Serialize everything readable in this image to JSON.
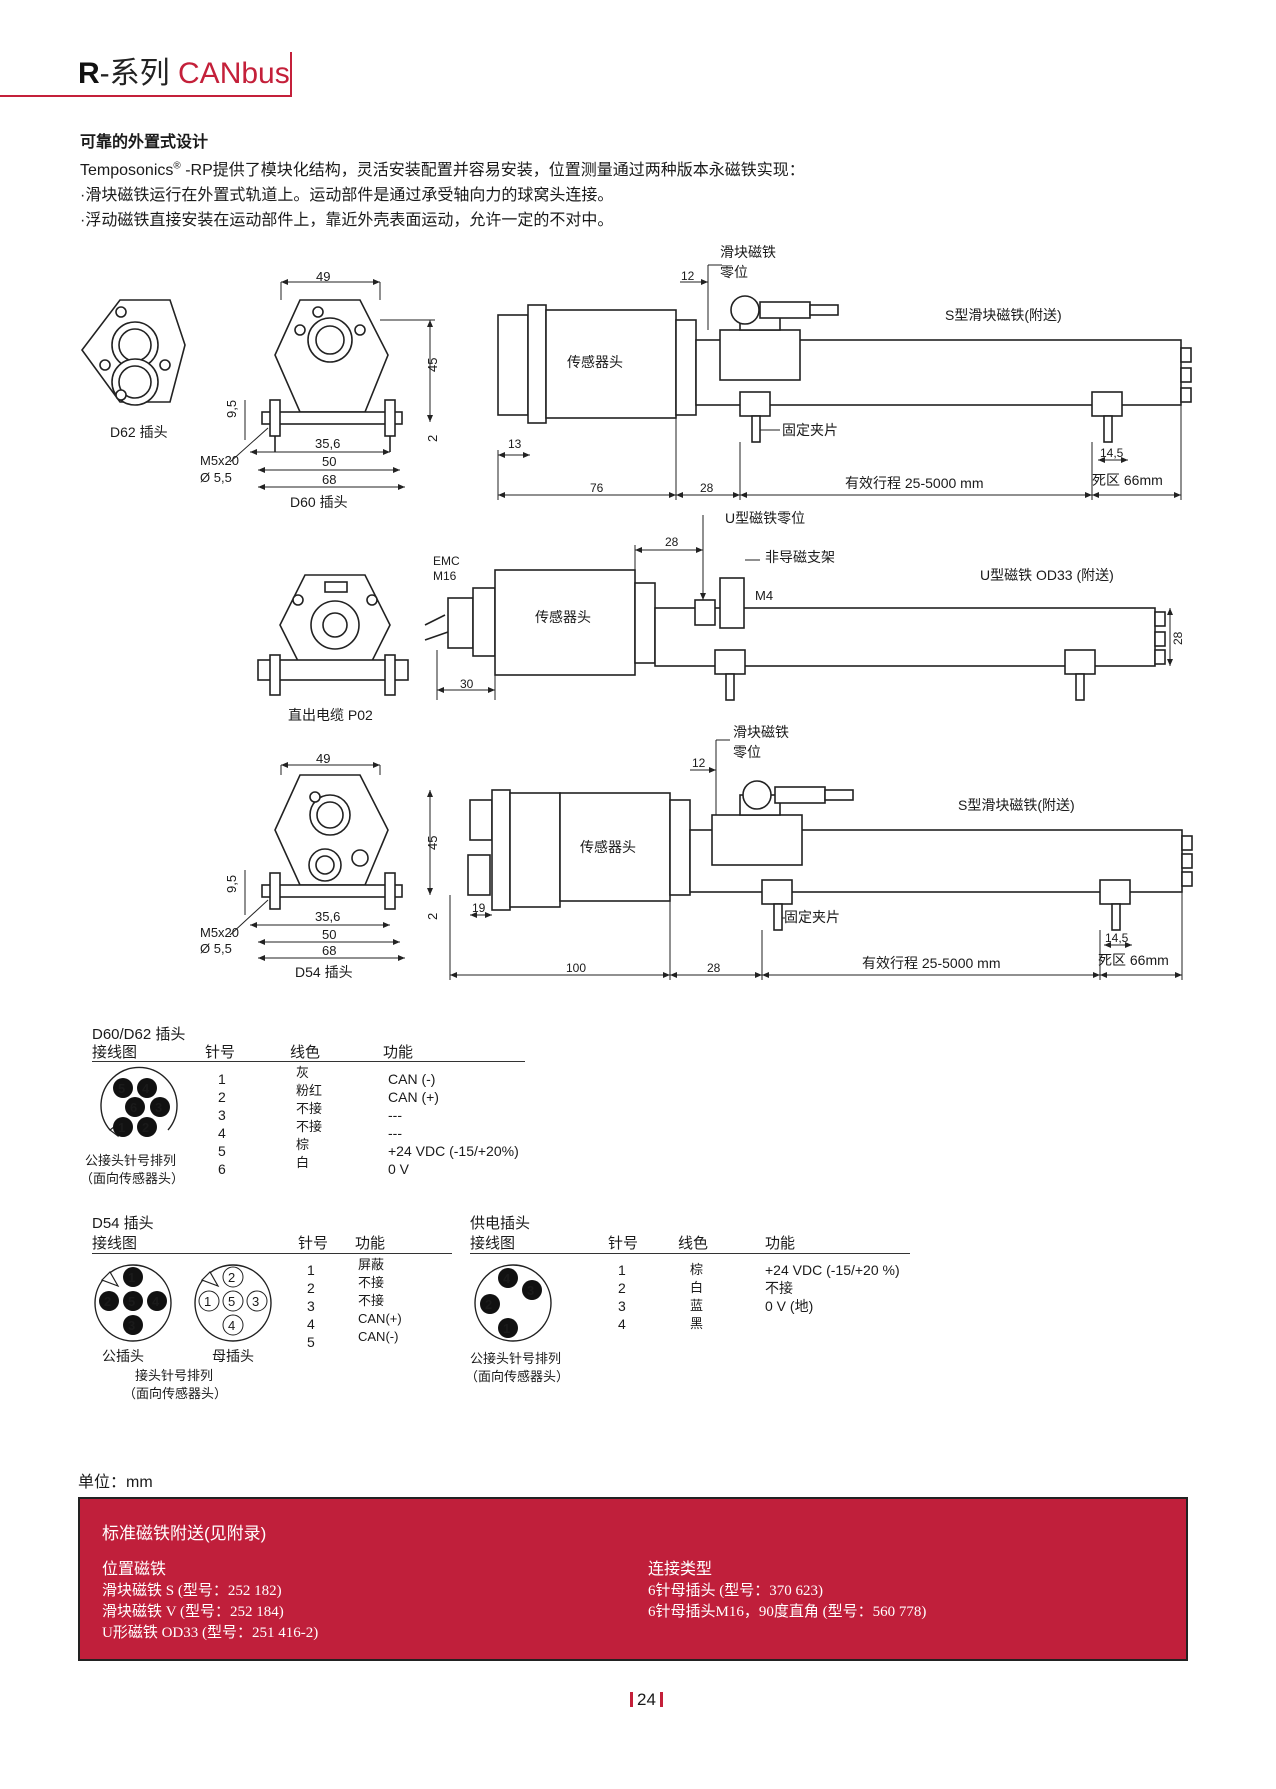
{
  "header": {
    "series_letter": "R",
    "series_suffix": "-系列",
    "bus": "CANbus"
  },
  "intro": {
    "heading": "可靠的外置式设计",
    "line1_brand": "Temposonics",
    "line1_reg": "®",
    "line1_rest": " -RP提供了模块化结构，灵活安装配置并容易安装，位置测量通过两种版本永磁铁实现：",
    "bullet1": "·滑块磁铁运行在外置式轨道上。运动部件是通过承受轴向力的球窝头连接。",
    "bullet2": "·浮动磁铁直接安装在运动部件上，靠近外壳表面运动，允许一定的不对中。"
  },
  "drawing1": {
    "label_d62": "D62 插头",
    "label_d60": "D60 插头",
    "dim_49": "49",
    "dim_45": "45",
    "dim_9_5": "9,5",
    "dim_2": "2",
    "dim_35_6": "35,6",
    "dim_50": "50",
    "dim_68": "68",
    "m5": "M5x20",
    "dia": "Ø 5,5",
    "sensor_head": "传感器头",
    "slider_magnet": "滑块磁铁",
    "zero": "零位",
    "dim_12": "12",
    "s_magnet": "S型滑块磁铁(附送)",
    "clamp": "固定夹片",
    "dim_13": "13",
    "dim_76": "76",
    "dim_28": "28",
    "stroke": "有效行程 25-5000 mm",
    "dim_14_5": "14,5",
    "dead_zone": "死区 66mm"
  },
  "drawing2": {
    "u_zero": "U型磁铁零位",
    "dim_28_top": "28",
    "non_magnetic": "非导磁支架",
    "m4": "M4",
    "u_magnet": "U型磁铁 OD33 (附送)",
    "emc": "EMC",
    "m16": "M16",
    "sensor_head": "传感器头",
    "dim_30": "30",
    "dim_28_side": "28",
    "label_cable": "直出电缆 P02"
  },
  "drawing3": {
    "dim_49": "49",
    "dim_45": "45",
    "dim_9_5": "9,5",
    "dim_2": "2",
    "dim_35_6": "35,6",
    "dim_50": "50",
    "dim_68": "68",
    "m5": "M5x20",
    "dia": "Ø 5,5",
    "label_d54": "D54 插头",
    "sensor_head": "传感器头",
    "slider_magnet": "滑块磁铁",
    "zero": "零位",
    "dim_12": "12",
    "s_magnet": "S型滑块磁铁(附送)",
    "clamp": "固定夹片",
    "dim_19": "19",
    "dim_100": "100",
    "dim_28": "28",
    "stroke": "有效行程 25-5000 mm",
    "dim_14_5": "14,5",
    "dead_zone": "死区 66mm"
  },
  "table_d60": {
    "title": "D60/D62 插头",
    "headers": [
      "接线图",
      "针号",
      "线色",
      "功能"
    ],
    "pins": [
      "1",
      "2",
      "3",
      "4",
      "5",
      "6"
    ],
    "colors": [
      "灰",
      "粉红",
      "不接",
      "不接",
      "棕",
      "白"
    ],
    "functions": [
      "CAN (-)",
      "CAN (+)",
      "---",
      "---",
      "+24 VDC (-15/+20%)",
      "0 V"
    ],
    "caption1": "公接头针号排列",
    "caption2": "（面向传感器头）",
    "diagram_pins": [
      "5",
      "4",
      "6",
      "3",
      "1",
      "2"
    ]
  },
  "table_d54": {
    "title": "D54 插头",
    "headers": [
      "接线图",
      "针号",
      "功能"
    ],
    "pins": [
      "1",
      "2",
      "3",
      "4",
      "5"
    ],
    "functions": [
      "屏蔽",
      "不接",
      "不接",
      "CAN(+)",
      "CAN(-)"
    ],
    "male_label": "公插头",
    "female_label": "母插头",
    "caption1": "接头针号排列",
    "caption2": "（面向传感器头）",
    "male_pins": [
      "1",
      "2",
      "5",
      "4",
      "3"
    ],
    "female_pins": [
      "2",
      "1",
      "5",
      "3",
      "4"
    ]
  },
  "table_power": {
    "title": "供电插头",
    "headers": [
      "接线图",
      "针号",
      "线色",
      "功能"
    ],
    "pins": [
      "1",
      "2",
      "3",
      "4"
    ],
    "colors": [
      "棕",
      "白",
      "蓝",
      "黑"
    ],
    "functions": [
      "+24 VDC (-15/+20 %)",
      "不接",
      "0 V (地)"
    ],
    "caption1": "公接头针号排列",
    "caption2": "（面向传感器头）",
    "diagram_pins": [
      "4",
      "3",
      "2",
      "1"
    ]
  },
  "units": "单位：mm",
  "std_magnets": {
    "title": "标准磁铁附送(见附录)",
    "position_heading": "位置磁铁",
    "position_items": [
      "滑块磁铁 S (型号：252  182)",
      "滑块磁铁 V (型号：252  184)",
      "U形磁铁 OD33 (型号：251 416-2)"
    ],
    "connection_heading": "连接类型",
    "connection_items": [
      "6针母插头 (型号：370 623)",
      "6针母插头M16，90度直角 (型号：560 778)"
    ]
  },
  "page_number": "24",
  "colors": {
    "accent": "#c4203a",
    "box": "#c01f3b"
  }
}
